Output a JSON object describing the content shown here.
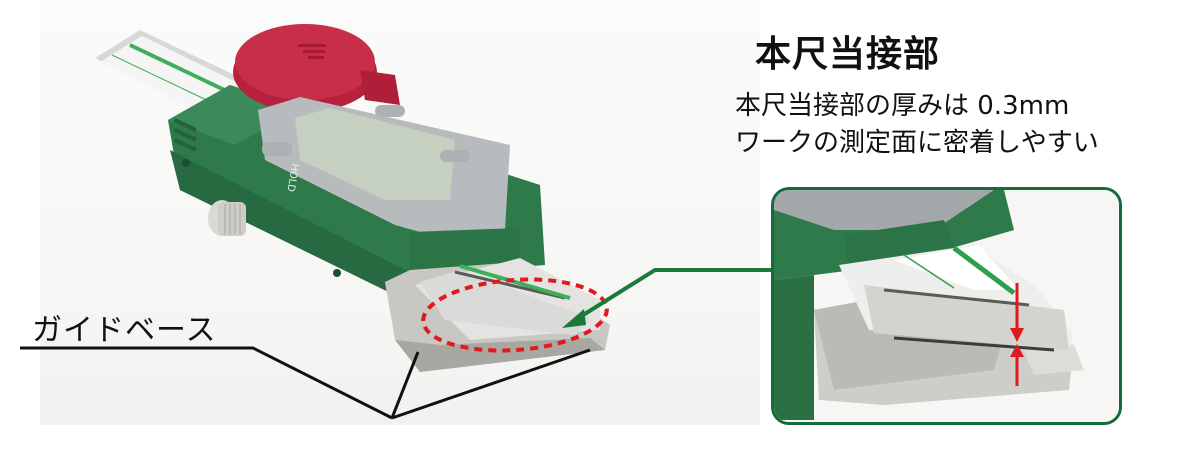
{
  "title": "本尺当接部",
  "description": {
    "line1": "本尺当接部の厚みは 0.3mm",
    "line2": "ワークの測定面に密着しやすい"
  },
  "labels": {
    "guide_base": "ガイドベース",
    "hold_button": "HOLD"
  },
  "callout": {
    "thickness_value": "0.3mm",
    "arrow_color": "#1a7a3a",
    "highlight_color": "#e0191e",
    "inset_border_color": "#166b3a"
  },
  "product": {
    "body_color": "#2f7b4c",
    "cap_color": "#c52a45",
    "bezel_color": "#b9bcbf",
    "display_color": "#c9d3c4"
  }
}
